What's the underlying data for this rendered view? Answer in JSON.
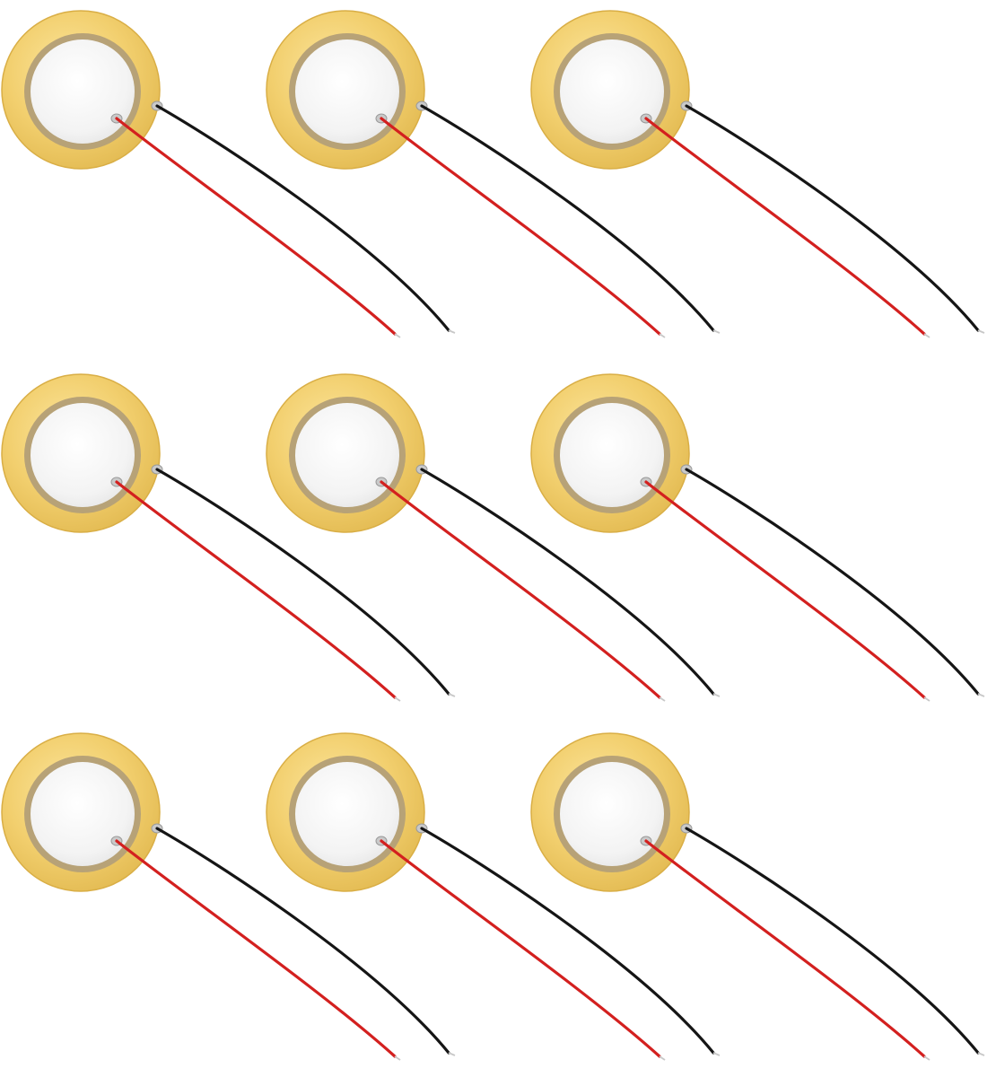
{
  "product": {
    "item_name": "piezo-disc-with-leads",
    "count": 9,
    "rows": 3,
    "columns": 3
  },
  "colors": {
    "background": "#ffffff",
    "brass_light": "#F7DA83",
    "brass": "#EDC560",
    "brass_edge": "#D9AE45",
    "brass_ring": "#B7A277",
    "ceramic": "#F4F4F4",
    "ceramic_shade": "#E8E8E8",
    "solder": "#C9C9C9",
    "red_wire": "#D3201F",
    "black_wire": "#151515",
    "wire_tip": "#C8C8C8"
  },
  "icons": {
    "disc": "piezo-disc",
    "wire_red": "red-lead-wire",
    "wire_black": "black-lead-wire"
  }
}
